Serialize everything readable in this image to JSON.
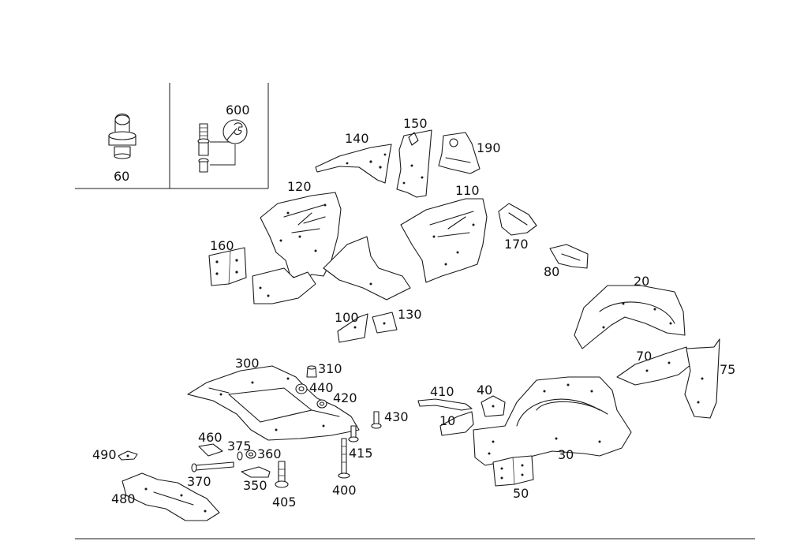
{
  "diagram": {
    "callouts": {
      "c60": "60",
      "c600": "600",
      "c10": "10",
      "c20": "20",
      "c30": "30",
      "c40": "40",
      "c50": "50",
      "c70": "70",
      "c75": "75",
      "c80": "80",
      "c100": "100",
      "c110": "110",
      "c120": "120",
      "c130": "130",
      "c140": "140",
      "c150": "150",
      "c160": "160",
      "c170": "170",
      "c190": "190",
      "c300": "300",
      "c310": "310",
      "c350": "350",
      "c360": "360",
      "c370": "370",
      "c375": "375",
      "c400": "400",
      "c405": "405",
      "c410": "410",
      "c415": "415",
      "c420": "420",
      "c430": "430",
      "c440": "440",
      "c460": "460",
      "c480": "480",
      "c490": "490"
    },
    "icons": {
      "wrench": "wrench-symbol-icon"
    }
  }
}
